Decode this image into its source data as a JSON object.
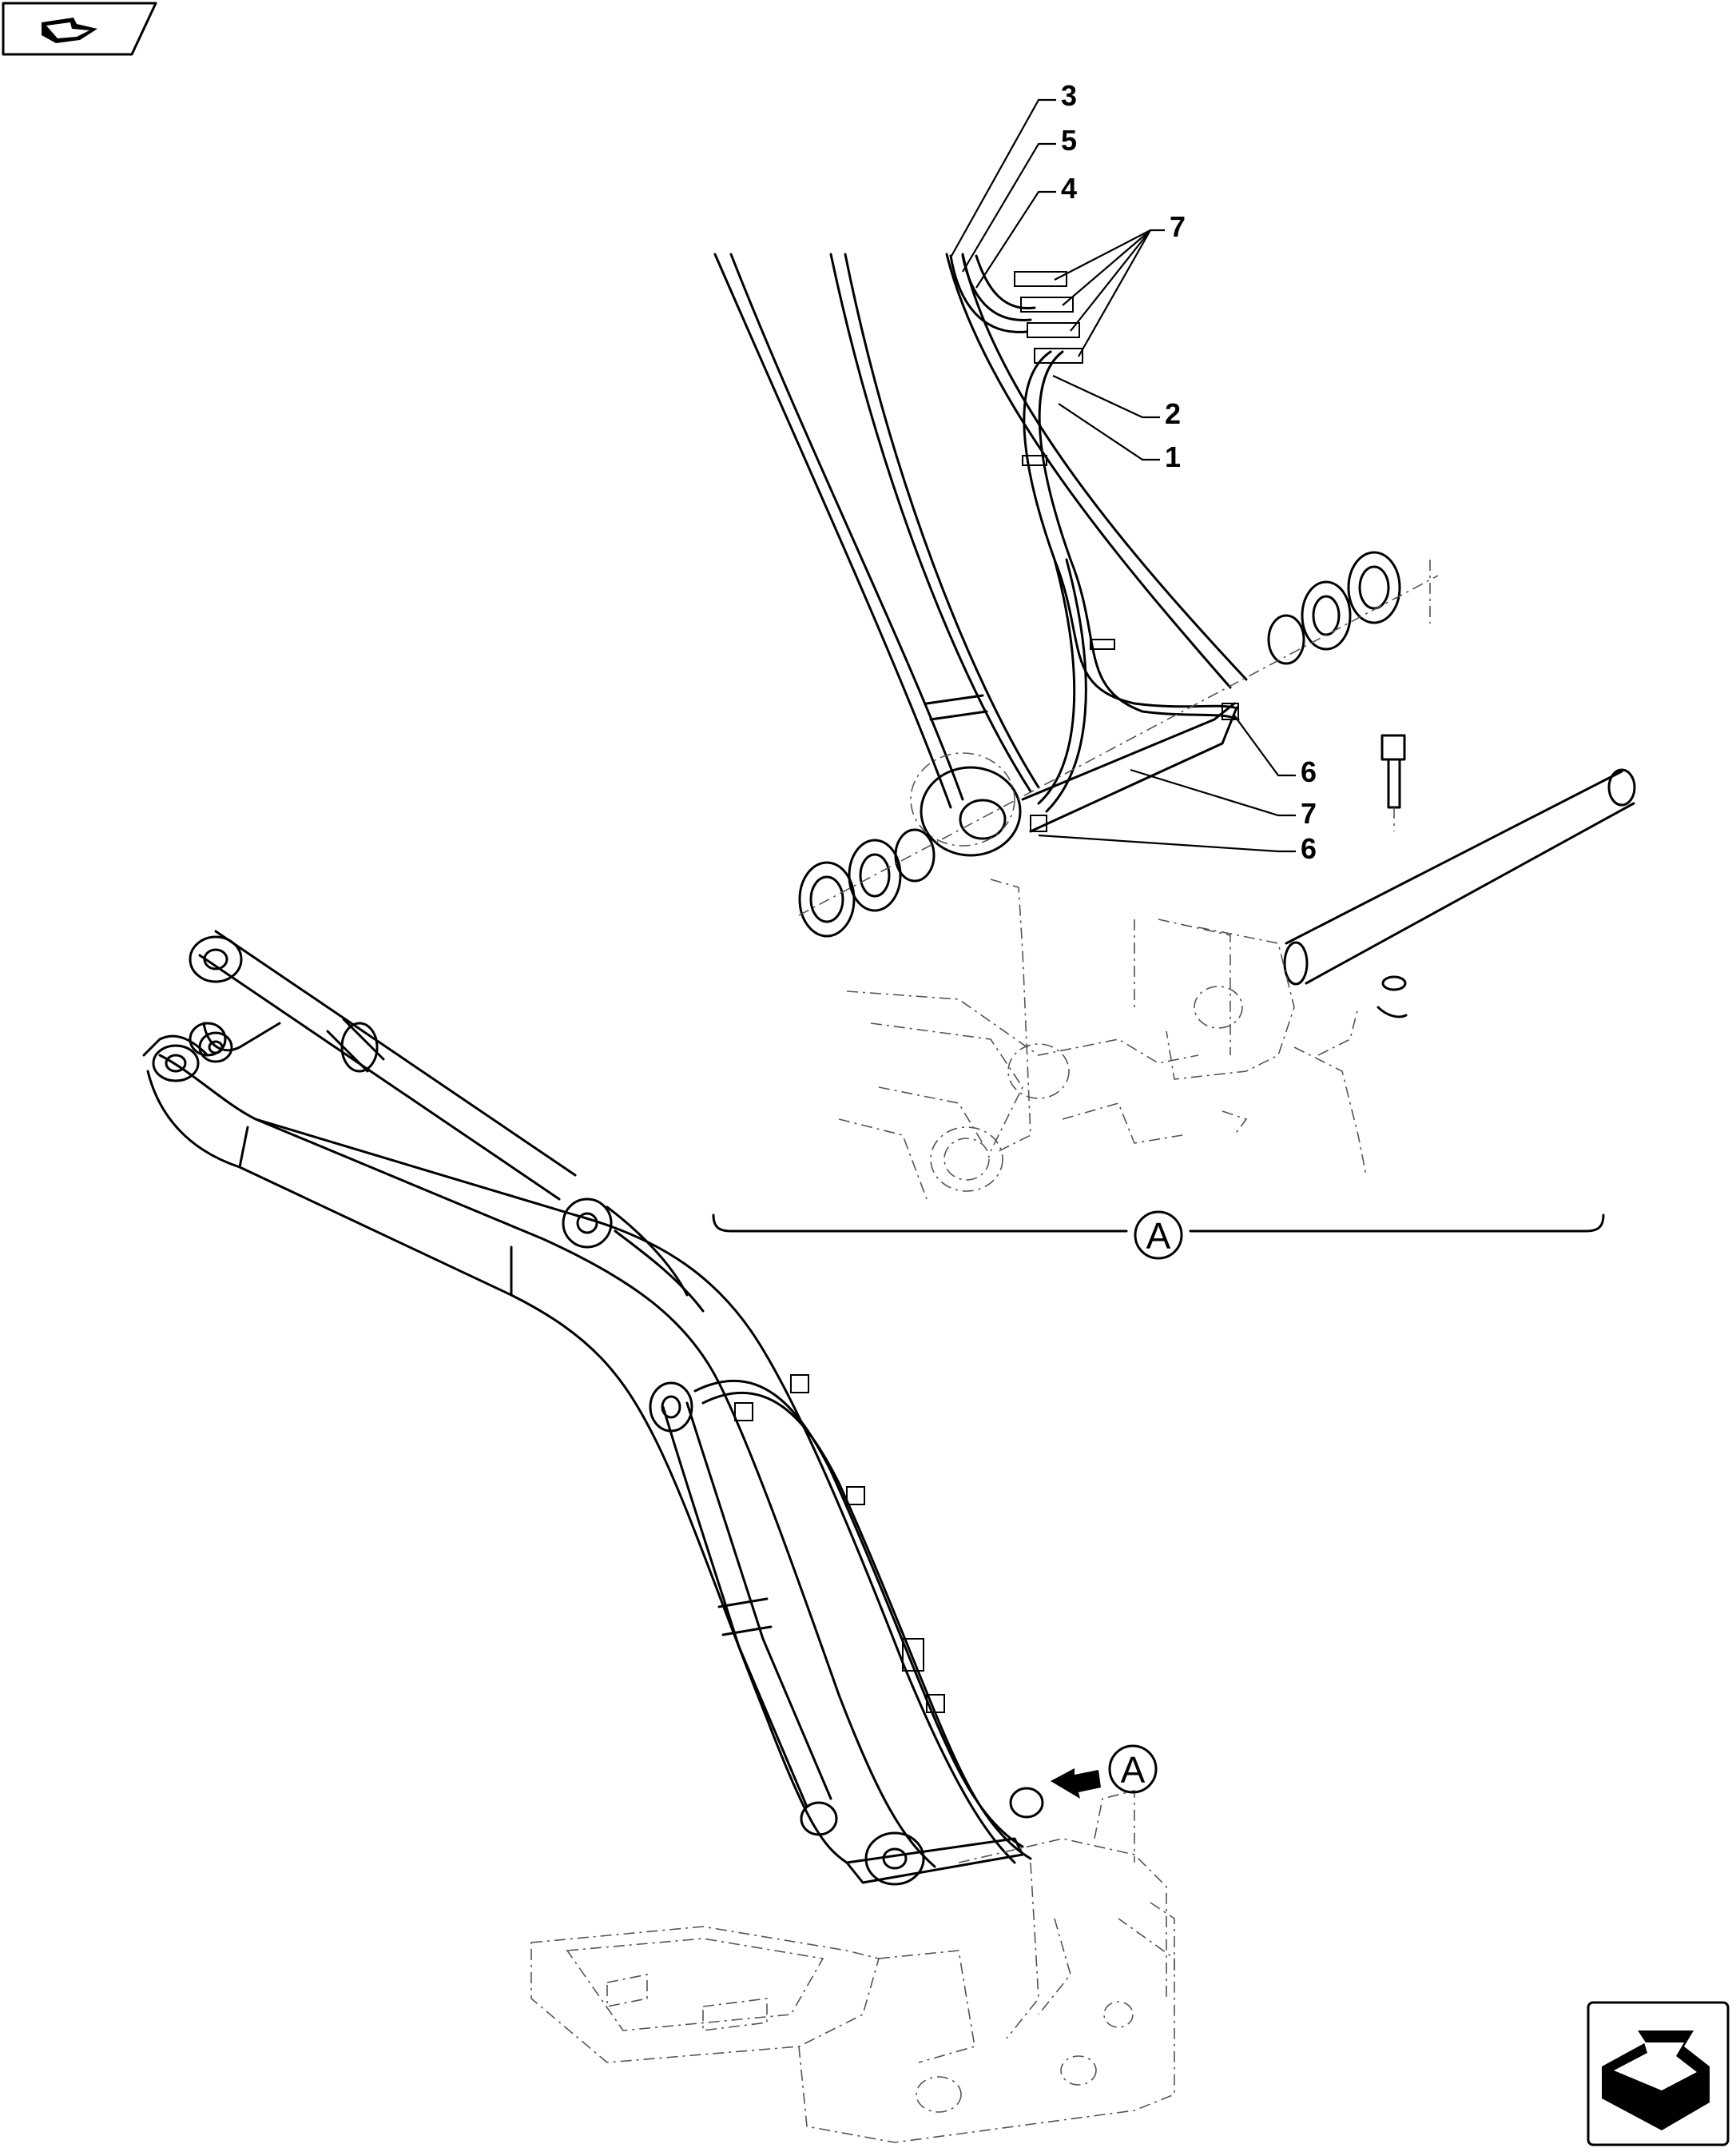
{
  "callouts": [
    {
      "label": "3"
    },
    {
      "label": "5"
    },
    {
      "label": "4"
    },
    {
      "label": "7"
    },
    {
      "label": "2"
    },
    {
      "label": "1"
    },
    {
      "label": "6"
    },
    {
      "label": "7"
    },
    {
      "label": "6"
    }
  ],
  "detail": {
    "view_label": "A",
    "pointer_label": "A"
  },
  "icons": {
    "top_left": "previous-page-arrow-icon",
    "bottom_right": "next-page-arrow-icon"
  }
}
